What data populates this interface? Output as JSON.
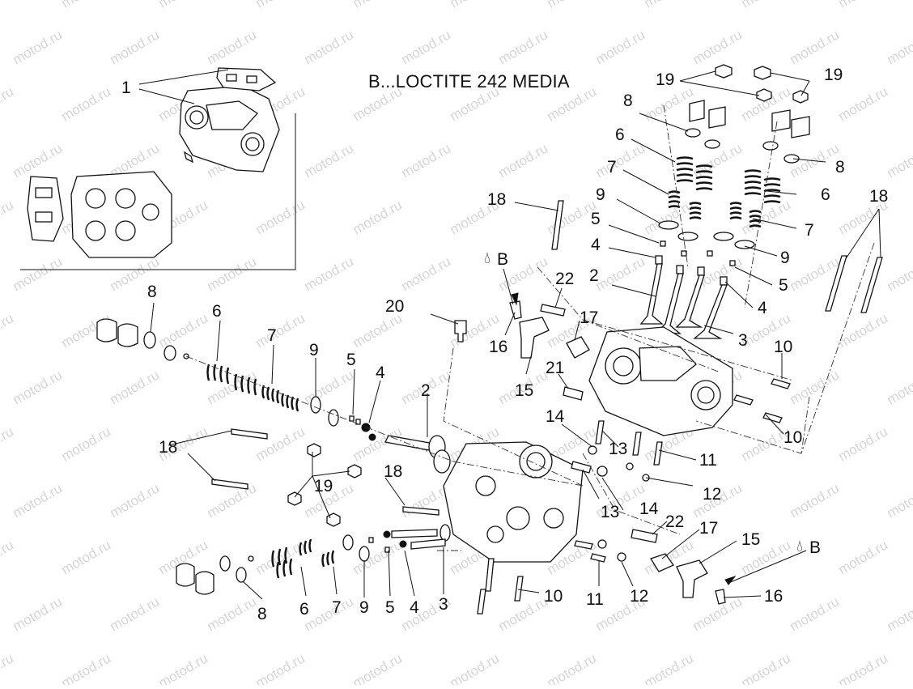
{
  "note": {
    "text": "B...LOCTITE 242 MEDIA"
  },
  "watermark": {
    "text": "motod.ru"
  },
  "adhesive_marker": {
    "letter": "B"
  },
  "callouts": {
    "c1": "1",
    "c19a": "19",
    "c19b": "19",
    "c8_top": "8",
    "c6_top": "6",
    "c7_top": "7",
    "c8_right": "8",
    "c6_right": "6",
    "c7_right": "7",
    "c9_top": "9",
    "c5_top": "5",
    "c4_top": "4",
    "c2_top": "2",
    "c9_right": "9",
    "c5_right": "5",
    "c4_right": "4",
    "c3_top": "3",
    "c18_top": "18",
    "c18_right": "18",
    "c22_top": "22",
    "c17_top": "17",
    "c16_top": "16",
    "c15_top": "15",
    "c21": "21",
    "c20": "20",
    "c10_top": "10",
    "c10_right": "10",
    "c14_top": "14",
    "c13_top": "13",
    "c11_top": "11",
    "c12_top": "12",
    "c8_left": "8",
    "c6_left": "6",
    "c7_left": "7",
    "c9_left": "9",
    "c5_left": "5",
    "c4_left": "4",
    "c2_left": "2",
    "c18_left": "18",
    "c18_mid": "18",
    "c19_mid": "19",
    "c13_bottom": "13",
    "c14_bottom": "14",
    "c22_bottom": "22",
    "c17_bottom": "17",
    "c15_bottom": "15",
    "c16_bottom": "16",
    "c8_bottom": "8",
    "c6_bottom": "6",
    "c7_bottom": "7",
    "c9_bottom": "9",
    "c5_bottom": "5",
    "c4_bottom": "4",
    "c3_bottom": "3",
    "c10_bottom": "10",
    "c11_bottom": "11",
    "c12_bottom": "12"
  }
}
